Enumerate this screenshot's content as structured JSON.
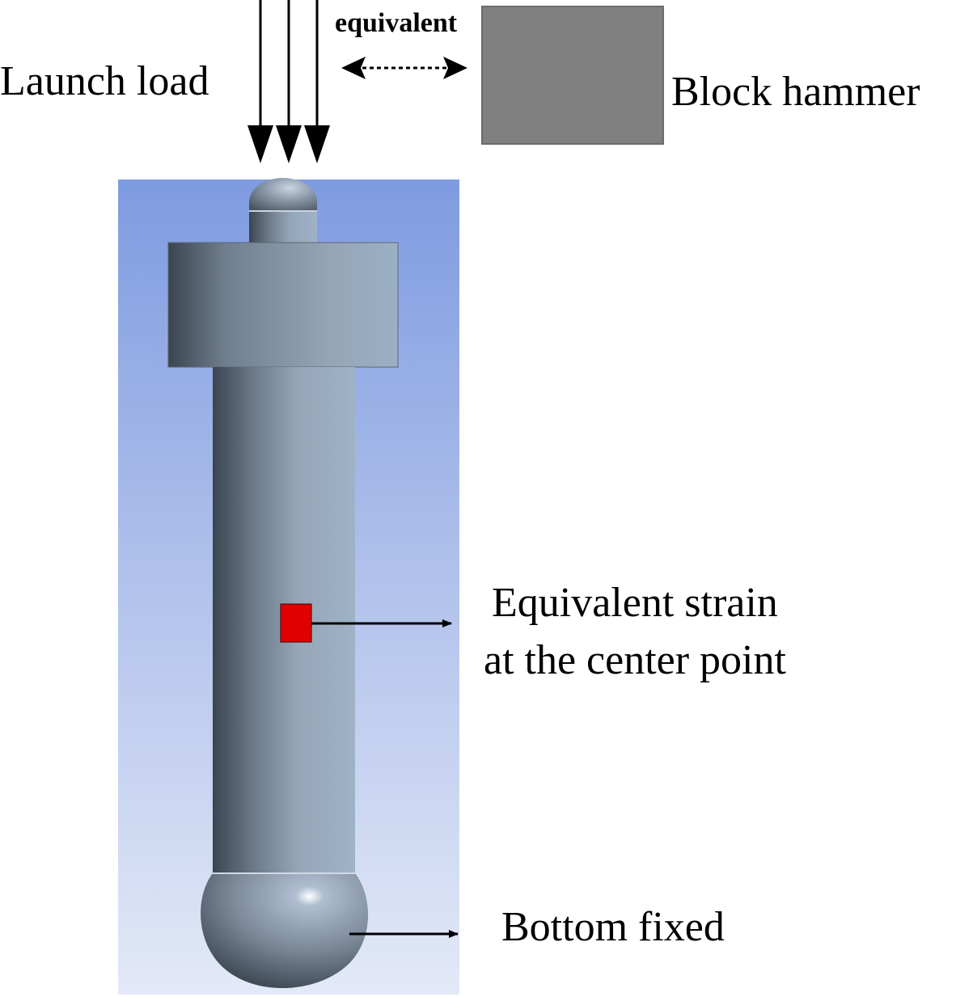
{
  "labels": {
    "launch_load": "Launch load",
    "equivalent": "equivalent",
    "block_hammer": "Block hammer",
    "strain_line1": "Equivalent strain",
    "strain_line2": "at the center point",
    "bottom_fixed": "Bottom fixed"
  },
  "colors": {
    "background_top": "#7f9be0",
    "background_bottom": "#e3e9f7",
    "part_dark": "#3a4550",
    "part_mid": "#7d8c9c",
    "part_light": "#9db0c4",
    "block_hammer": "#808080",
    "center_marker": "#e00000",
    "arrow": "#000000"
  },
  "icons": {
    "launch_load_arrows": "down-arrow-icon",
    "equivalence": "double-dashed-arrow-icon",
    "pointer": "right-arrow-icon"
  }
}
